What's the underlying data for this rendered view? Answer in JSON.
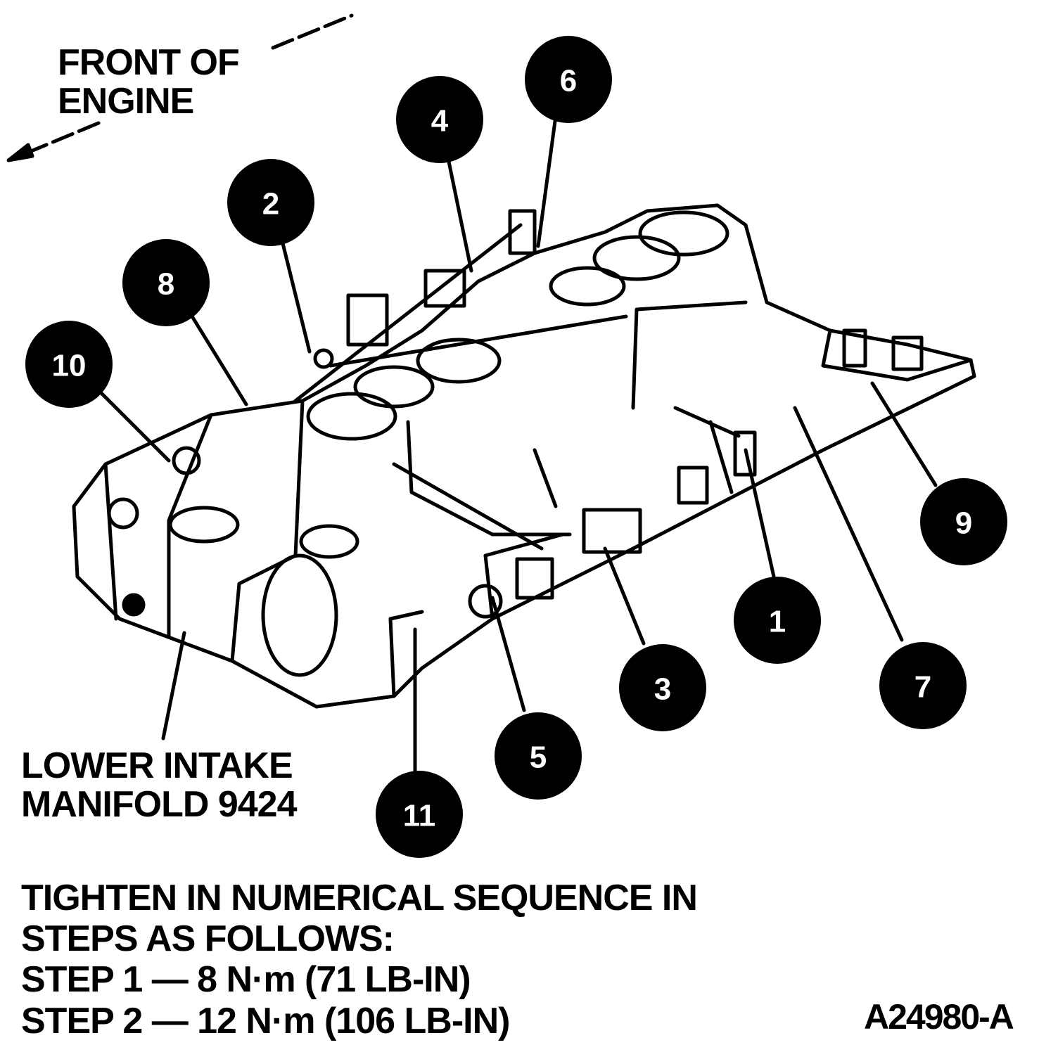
{
  "front_of_engine": {
    "line1": "FRONT OF",
    "line2": "ENGINE"
  },
  "manifold_label": {
    "line1": "LOWER INTAKE",
    "line2": "MANIFOLD 9424"
  },
  "instructions": [
    "TIGHTEN IN NUMERICAL SEQUENCE IN",
    "STEPS AS FOLLOWS:",
    "STEP 1 — 8 N·m (71 LB-IN)",
    "STEP 2 — 12 N·m (106 LB-IN)"
  ],
  "figure_id": "A24980-A",
  "callouts": [
    "1",
    "2",
    "3",
    "4",
    "5",
    "6",
    "7",
    "8",
    "9",
    "10",
    "11"
  ],
  "colors": {
    "ink": "#000000",
    "paper": "#ffffff"
  }
}
